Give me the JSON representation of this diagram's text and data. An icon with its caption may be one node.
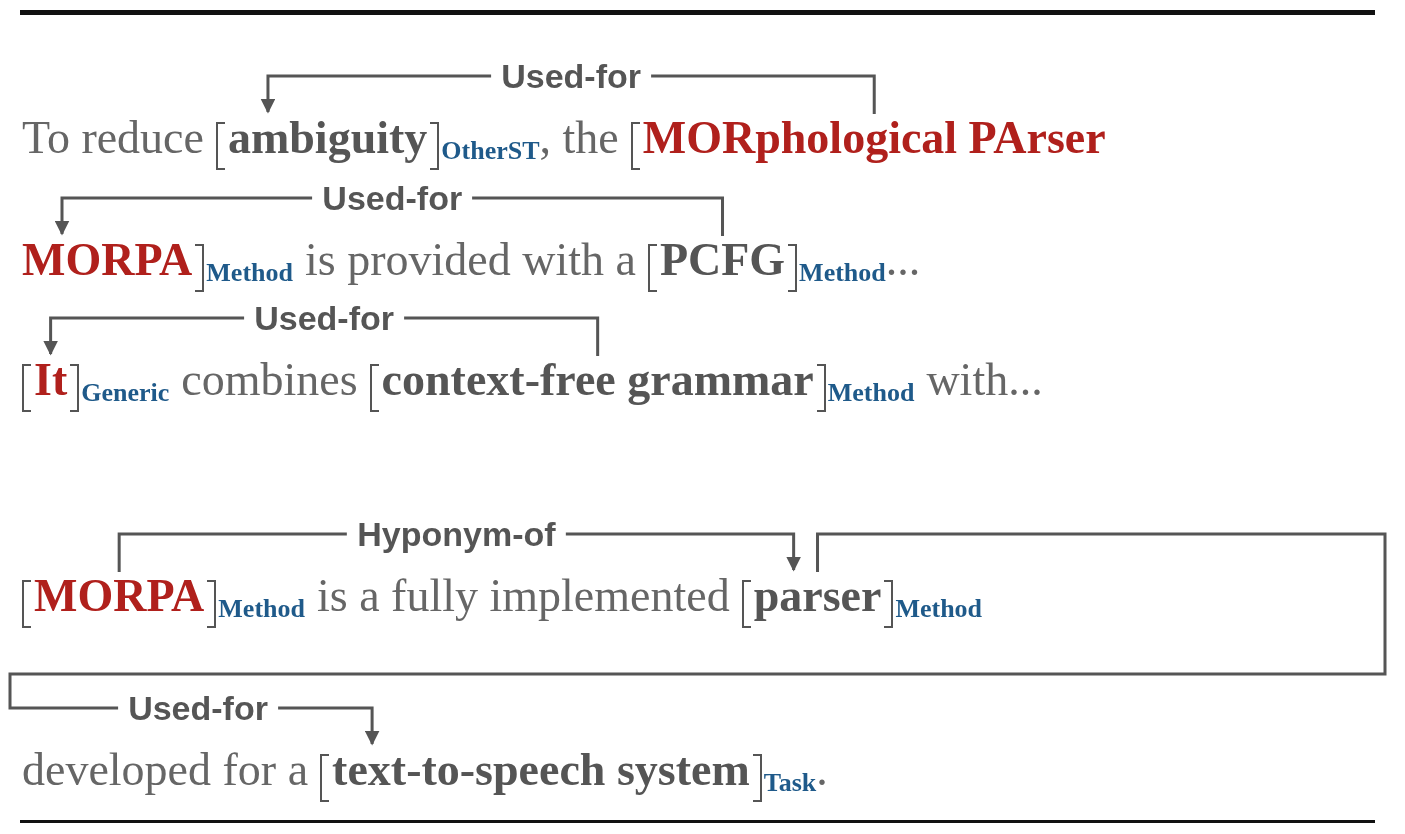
{
  "diagram": {
    "nodes": [
      {
        "text": [
          "ambiguity"
        ],
        "beside": [
          "OtherST"
        ]
      },
      {
        "text": [
          "MORphological PArser"
        ]
      },
      {
        "text": [
          "MORPA"
        ],
        "beside": [
          "Method"
        ]
      },
      {
        "text": [
          "PCFG"
        ],
        "beside": [
          "Method"
        ]
      },
      {
        "text": [
          "It"
        ],
        "beside": [
          "Generic"
        ]
      },
      {
        "text": [
          "context-free grammar"
        ],
        "beside": [
          "Method"
        ]
      },
      {
        "text": [
          "MORPA"
        ],
        "beside": [
          "Method"
        ]
      },
      {
        "text": [
          "parser"
        ],
        "beside": [
          "Method"
        ]
      },
      {
        "text": [
          "text-to-speech system"
        ],
        "beside": [
          "Task"
        ]
      }
    ],
    "edges": [
      {
        "from": 1,
        "to": 0,
        "arrow": "to",
        "label": "Used-for"
      },
      {
        "from": 3,
        "to": 2,
        "arrow": "to",
        "label": "Used-for"
      },
      {
        "from": 5,
        "to": 4,
        "arrow": "to",
        "label": "Used-for"
      },
      {
        "from": 6,
        "to": 7,
        "arrow": "to",
        "label": "Hyponym-of"
      },
      {
        "from": 7,
        "to": 8,
        "arrow": "to",
        "label": "Used-for"
      }
    ],
    "labels": [
      "To reduce",
      ", the",
      "is provided with a",
      "...",
      "combines",
      "with...",
      "is a fully implemented",
      "developed for a",
      "."
    ]
  }
}
